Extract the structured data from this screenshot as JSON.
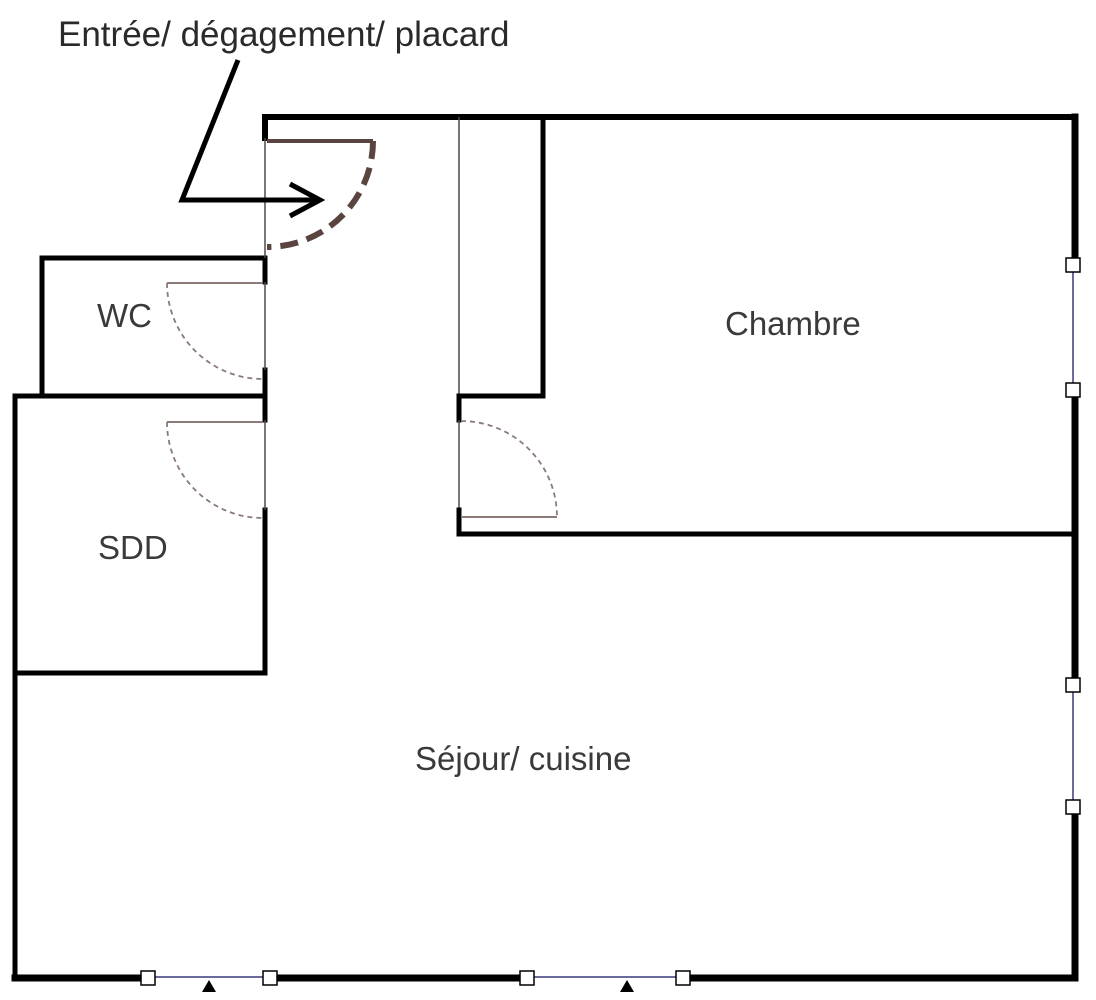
{
  "plan": {
    "rooms": {
      "wc": "WC",
      "sdd": "SDD",
      "chambre": "Chambre",
      "sejour": "Séjour/ cuisine"
    },
    "callout": {
      "label": "Entrée/ dégagement/ placard"
    }
  }
}
